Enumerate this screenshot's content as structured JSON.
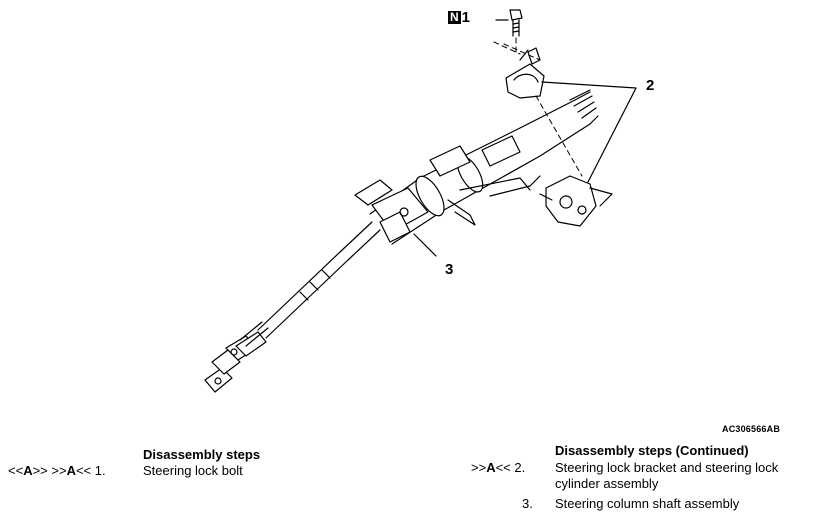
{
  "diagram": {
    "callouts": {
      "n_badge": "N",
      "c1": "1",
      "c2": "2",
      "c3": "3"
    },
    "figure_code": "AC306566AB"
  },
  "steps_left": {
    "heading": "Disassembly steps",
    "items": [
      {
        "p1": "<<",
        "a1": "A",
        "p2": ">> >>",
        "a2": "A",
        "p3": "<< 1.",
        "text": "Steering lock bolt"
      }
    ]
  },
  "steps_right": {
    "heading": "Disassembly steps (Continued)",
    "items": [
      {
        "p1": ">>",
        "a1": "A",
        "p3": "<< 2.",
        "text": "Steering lock bracket and steering lock cylinder assembly"
      },
      {
        "p3": "3.",
        "text": "Steering column shaft assembly"
      }
    ]
  },
  "colors": {
    "line": "#000000",
    "background": "#ffffff"
  }
}
